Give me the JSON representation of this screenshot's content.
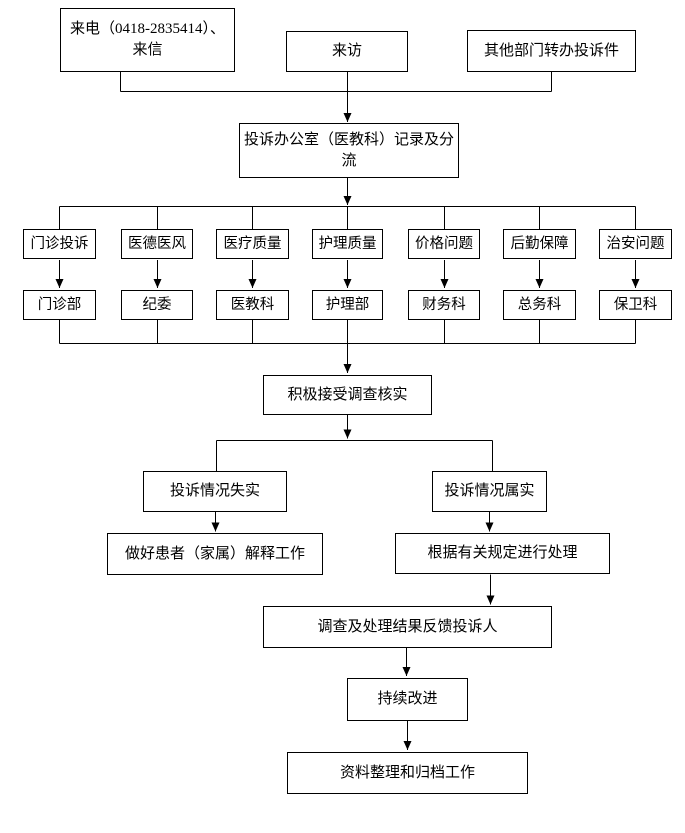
{
  "page": {
    "background_color": "#ffffff",
    "line_color": "#000000"
  },
  "flowchart": {
    "sources": [
      "来电（0418-2835414）、来信",
      "来访",
      "其他部门转办投诉件"
    ],
    "intake": "投诉办公室（医教科）记录及分流",
    "categories": [
      "门诊投诉",
      "医德医风",
      "医疗质量",
      "护理质量",
      "价格问题",
      "后勤保障",
      "治安问题"
    ],
    "departments": [
      "门诊部",
      "纪委",
      "医教科",
      "护理部",
      "财务科",
      "总务科",
      "保卫科"
    ],
    "verify": "积极接受调查核实",
    "branches": {
      "untrue": "投诉情况失实",
      "substantiated": "投诉情况属实"
    },
    "actions": {
      "untrue": "做好患者（家属）解释工作",
      "substantiated": "根据有关规定进行处理"
    },
    "feedback": "调查及处理结果反馈投诉人",
    "improve": "持续改进",
    "archive": "资料整理和归档工作"
  }
}
